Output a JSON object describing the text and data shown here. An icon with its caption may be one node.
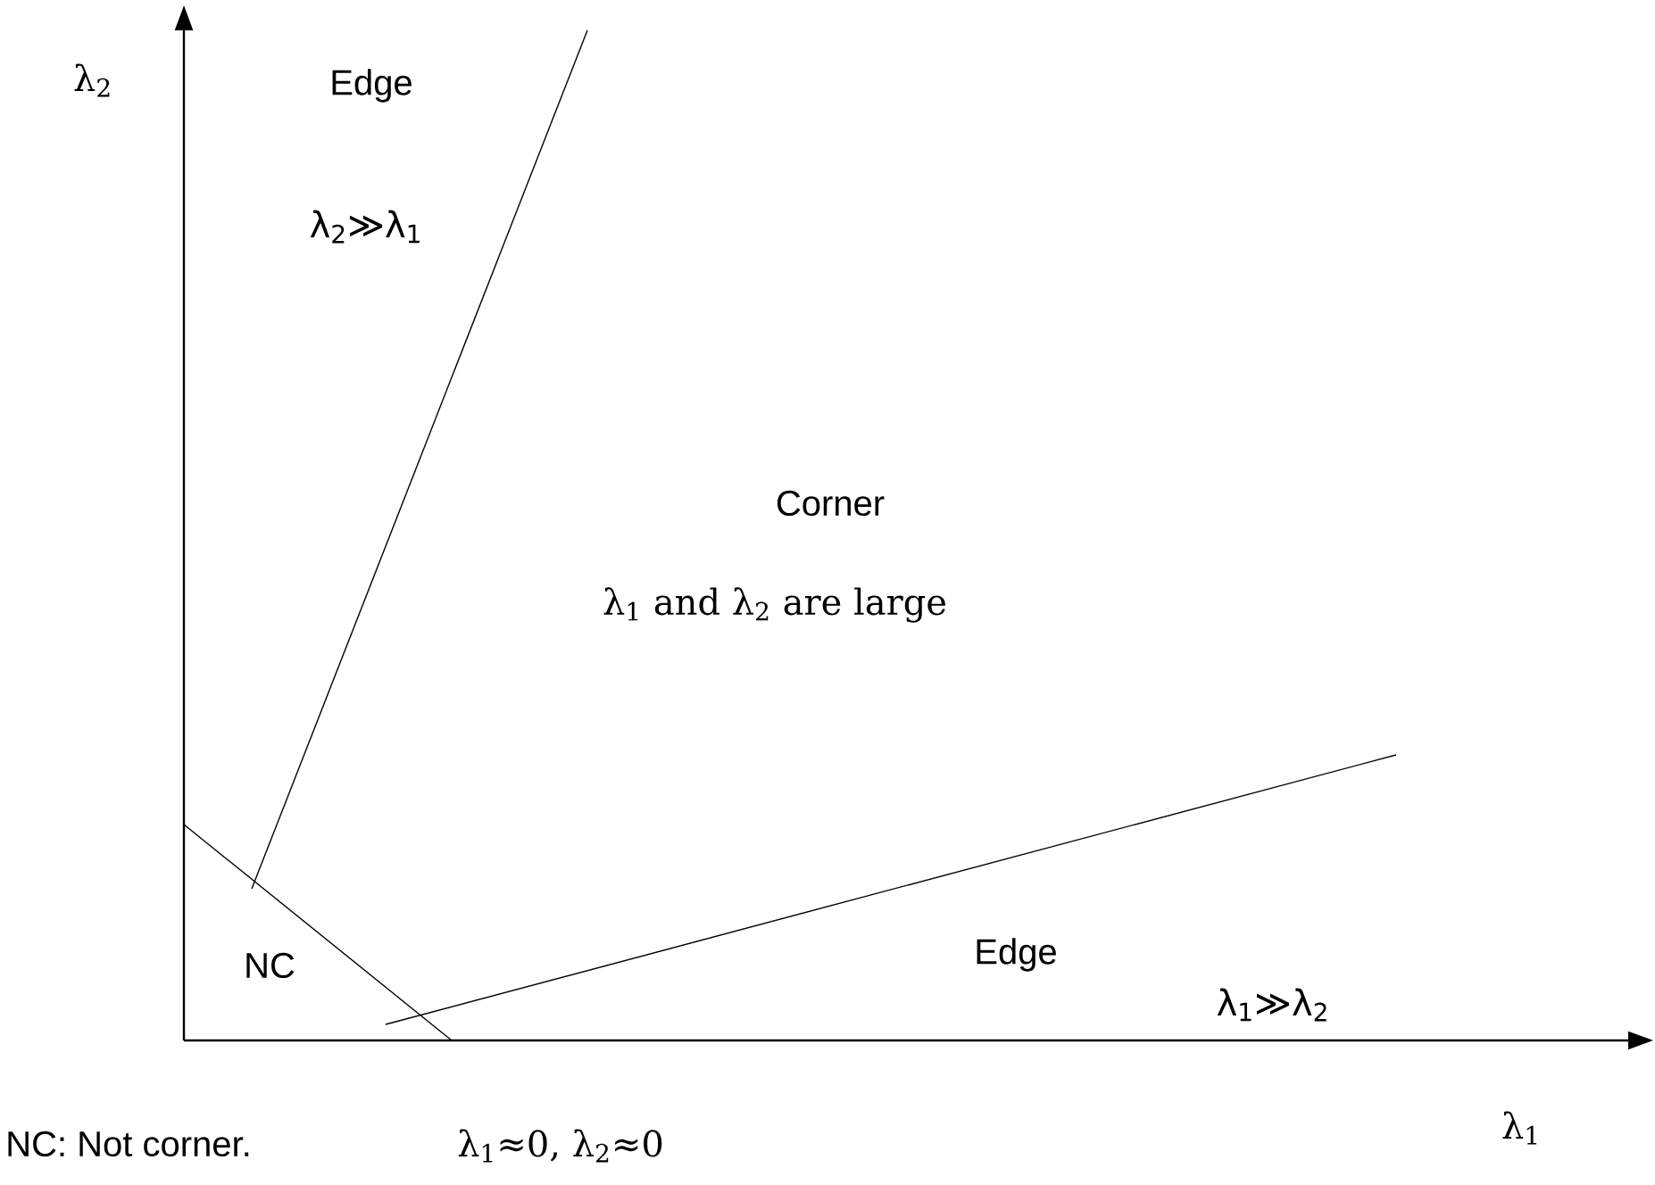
{
  "diagram": {
    "labels": [
      "λ$_{2}$",
      "Edge",
      "λ$_{2}$≫λ$_{1}$",
      "Corner",
      "λ$_{1}$ and λ$_{2}$ are large",
      "Edge",
      "λ$_{1}$≫λ$_{2}$",
      "NC",
      "NC: Not corner.",
      "λ$_{1}$≈0, λ$_{2}$≈0",
      "λ$_{1}$"
    ]
  }
}
